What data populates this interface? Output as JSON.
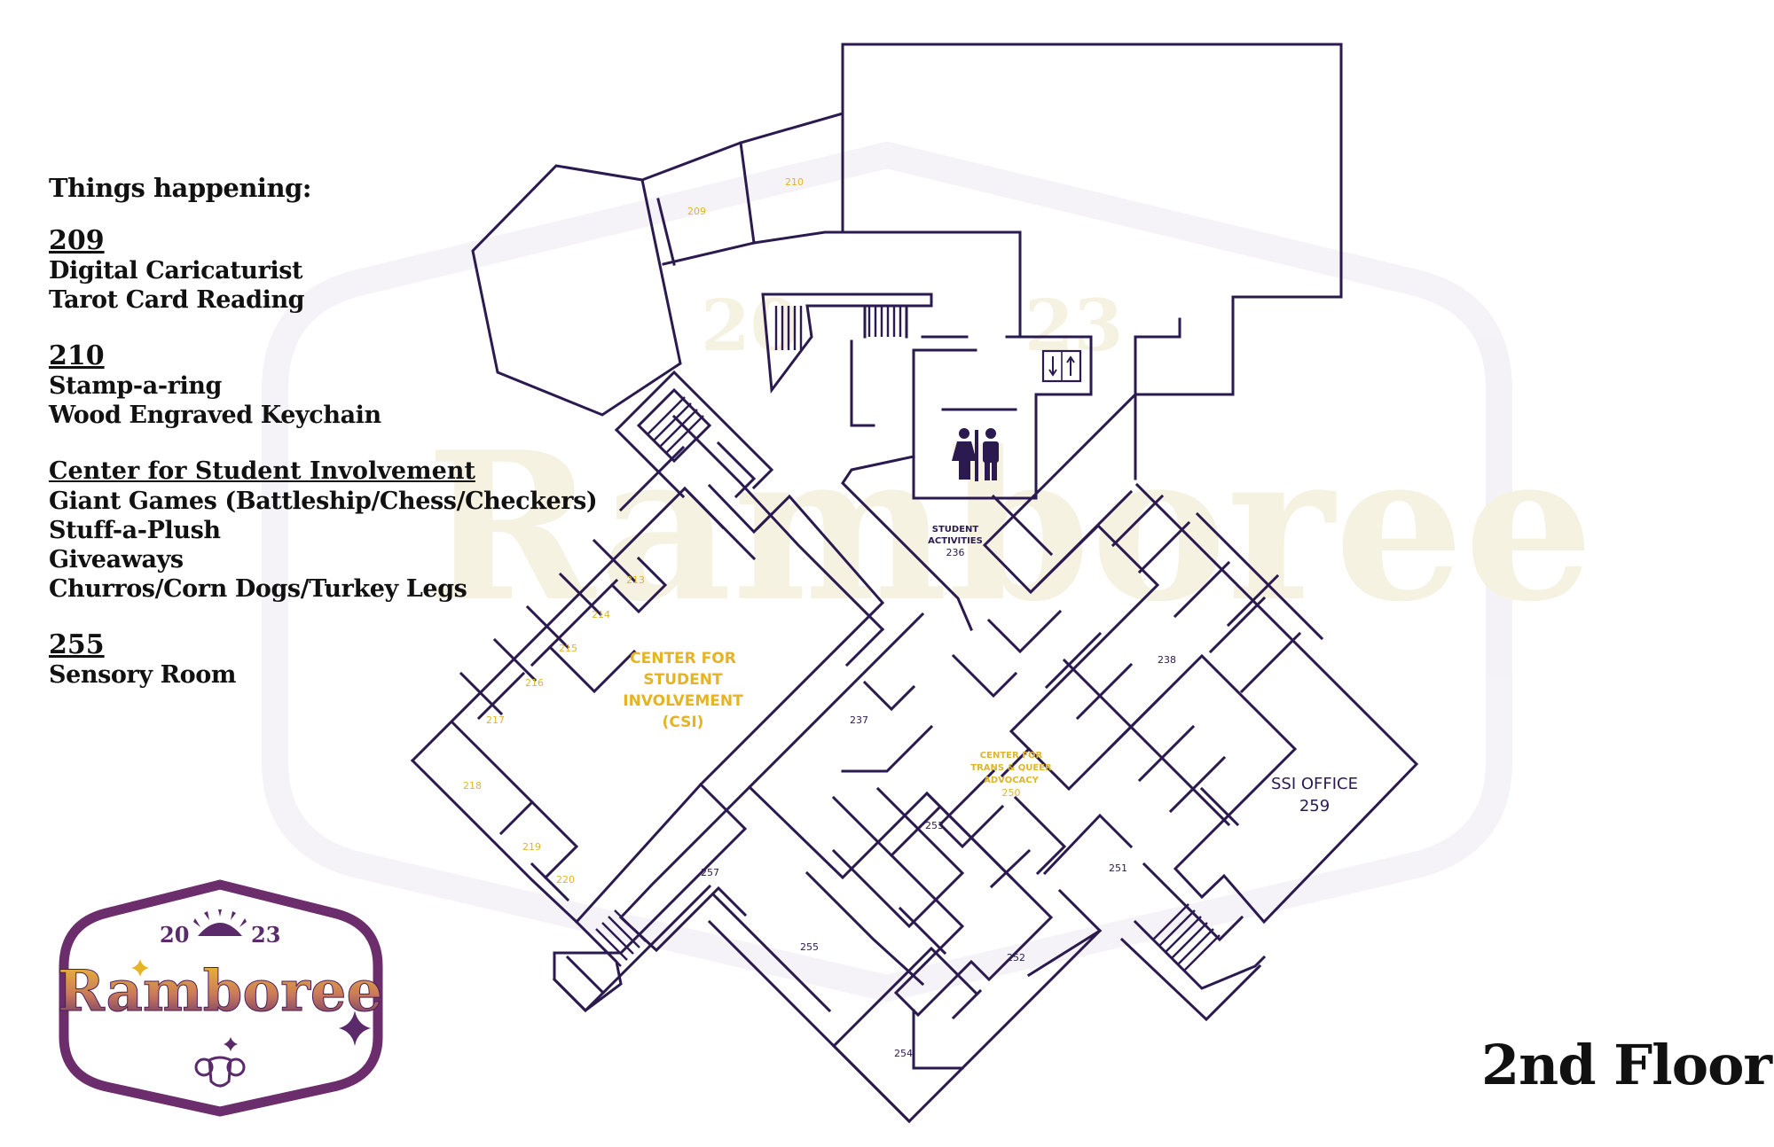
{
  "events": {
    "title": "Things happening:",
    "groups": [
      {
        "heading": "209",
        "items": [
          "Digital Caricaturist",
          "Tarot Card Reading"
        ]
      },
      {
        "heading": "210",
        "items": [
          "Stamp-a-ring",
          "Wood Engraved Keychain"
        ]
      },
      {
        "heading": "Center for Student Involvement",
        "items": [
          "Giant Games (Battleship/Chess/Checkers)",
          "Stuff-a-Plush",
          "Giveaways",
          "Churros/Corn Dogs/Turkey Legs"
        ]
      },
      {
        "heading": "255",
        "items": [
          "Sensory Room"
        ]
      }
    ]
  },
  "floor_label": "2nd Floor",
  "logo": {
    "year_left": "20",
    "year_right": "23",
    "name": "Ramboree"
  },
  "watermark": {
    "name": "Ramboree",
    "year_left": "20",
    "year_right": "23"
  },
  "rooms": {
    "r209": "209",
    "r210": "210",
    "r213": "213",
    "r214": "214",
    "r215": "215",
    "r216": "216",
    "r217": "217",
    "r218": "218",
    "r219": "219",
    "r220": "220",
    "r236": "236",
    "r237": "237",
    "r238": "238",
    "r250": "250",
    "r251": "251",
    "r252": "252",
    "r253": "253",
    "r254": "254",
    "r255": "255",
    "r257": "257",
    "r259": "259"
  },
  "labels": {
    "csi_1": "CENTER FOR",
    "csi_2": "STUDENT",
    "csi_3": "INVOLVEMENT",
    "csi_4": "(CSI)",
    "student_activities_1": "STUDENT",
    "student_activities_2": "ACTIVITIES",
    "ctqa_1": "CENTER FOR",
    "ctqa_2": "TRANS & QUEER",
    "ctqa_3": "ADVOCACY",
    "ssi": "SSI OFFICE"
  },
  "colors": {
    "wall": "#2b1a4f",
    "accent_yellow": "#e4b422",
    "logo_purple": "#6b2d6b"
  },
  "icons": [
    "elevator-icon",
    "restroom-icon",
    "ram-head-icon",
    "sparkle-icon",
    "sunburst-icon"
  ]
}
